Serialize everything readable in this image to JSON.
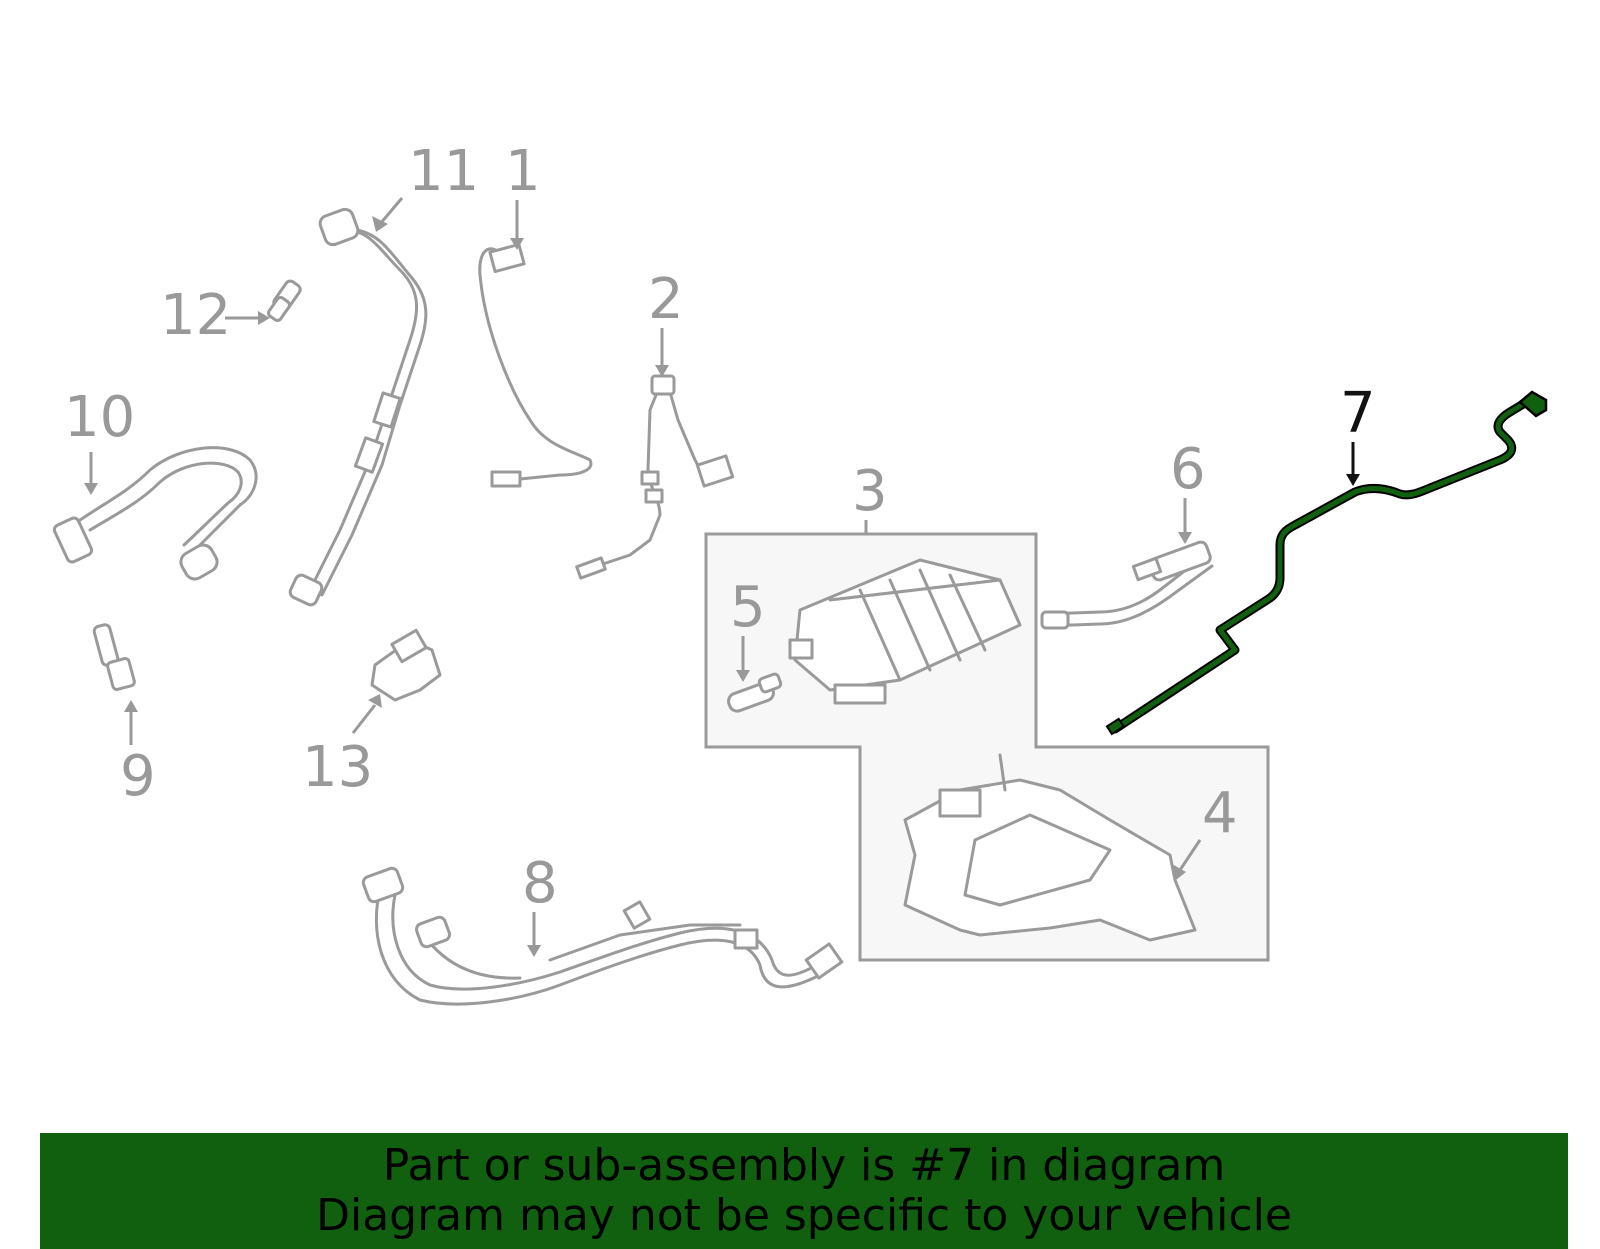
{
  "diagram": {
    "callouts": [
      "1",
      "2",
      "3",
      "4",
      "5",
      "6",
      "7",
      "8",
      "9",
      "10",
      "11",
      "12",
      "13"
    ],
    "highlighted_part": "7",
    "colors": {
      "part_gray": "#9a9a9a",
      "highlight_green": "#10600f",
      "highlight_outline": "#000000",
      "group_box_fill": "#f7f7f7"
    }
  },
  "banner": {
    "line1": "Part or sub-assembly is #7 in diagram",
    "line2": "Diagram may not be specific to your vehicle",
    "background": "#10600f"
  }
}
